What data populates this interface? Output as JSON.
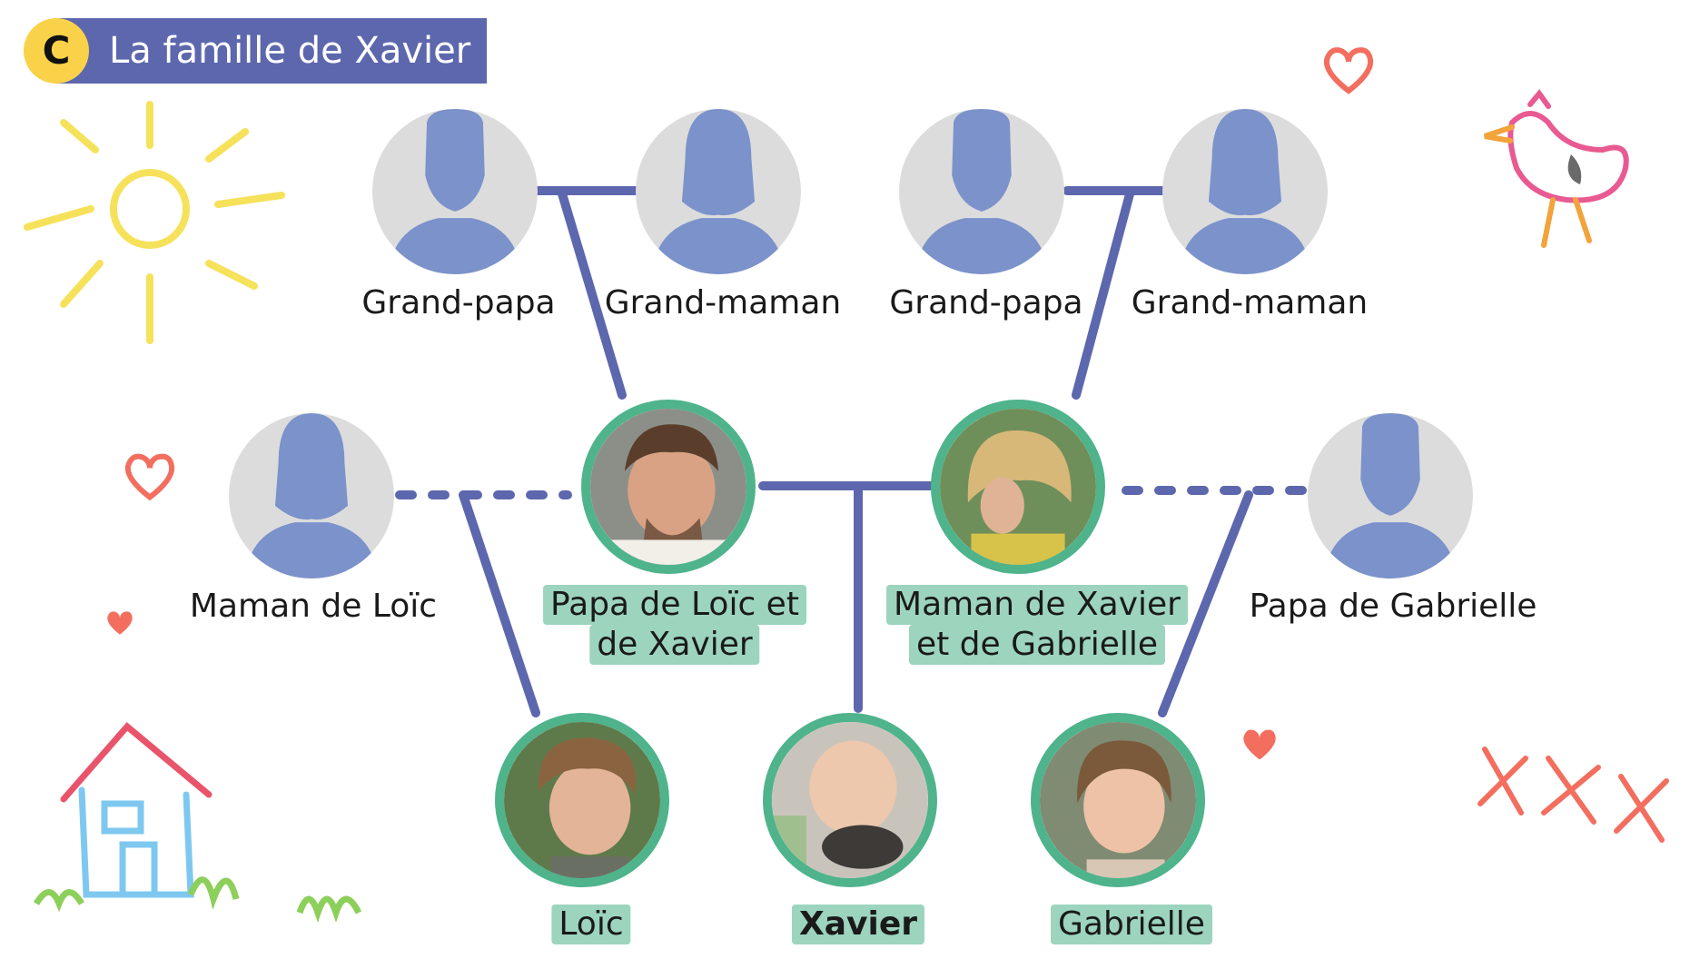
{
  "header": {
    "badge": "C",
    "title": "La famille de Xavier"
  },
  "colors": {
    "accent": "#5d67ad",
    "highlight": "#4fb38c",
    "badge": "#f9d249",
    "link": "#5d67ad"
  },
  "members": {
    "grandpa_left": "Grand-papa",
    "grandma_left": "Grand-maman",
    "grandpa_right": "Grand-papa",
    "grandma_right": "Grand-maman",
    "maman_loic": "Maman de Loïc",
    "papa_line1": "Papa de Loïc et",
    "papa_line2": "de Xavier",
    "maman_line1": "Maman de Xavier",
    "maman_line2": "et de Gabrielle",
    "papa_gabrielle": "Papa de Gabrielle",
    "loic": "Loïc",
    "xavier": "Xavier",
    "gabrielle": "Gabrielle"
  },
  "icons": {
    "male": "person-silhouette-icon",
    "female": "person-silhouette-icon",
    "photo": "person-photo-icon"
  }
}
